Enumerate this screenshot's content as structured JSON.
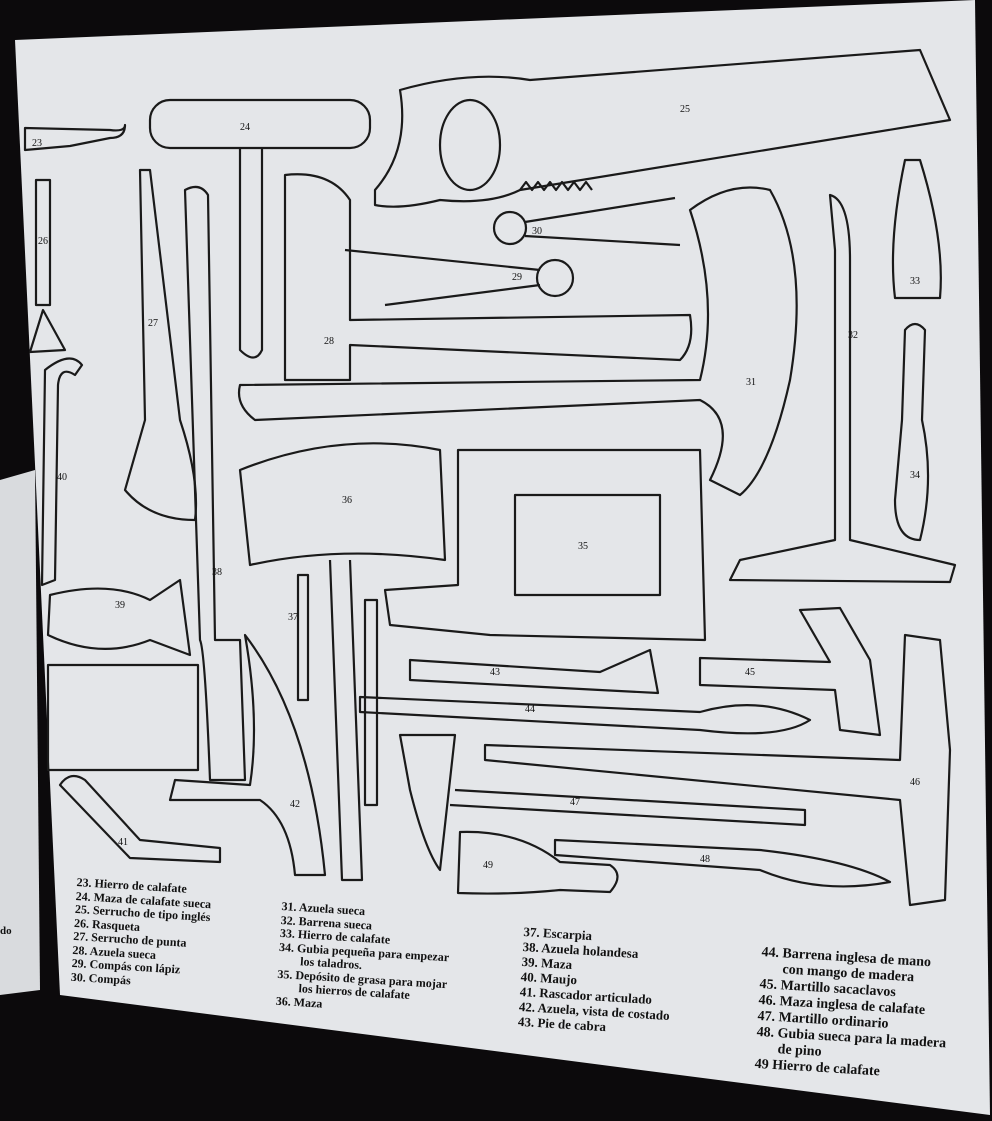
{
  "left_fragment": "do",
  "tool_numbers": [
    "23",
    "24",
    "25",
    "26",
    "27",
    "28",
    "29",
    "30",
    "31",
    "32",
    "33",
    "34",
    "35",
    "36",
    "37",
    "38",
    "39",
    "40",
    "41",
    "42",
    "43",
    "44",
    "45",
    "46",
    "47",
    "48",
    "49"
  ],
  "legend": {
    "col1": [
      "23. Hierro de calafate",
      "24. Maza de calafate sueca",
      "25. Serrucho de tipo inglés",
      "26. Rasqueta",
      "27. Serrucho de punta",
      "28. Azuela sueca",
      "29. Compás con lápiz",
      "30. Compás"
    ],
    "col2": [
      "31. Azuela sueca",
      "32. Barrena sueca",
      "33. Hierro de calafate",
      "34. Gubia pequeña para empezar",
      "los taladros.",
      "35. Depósito de grasa para mojar",
      "los hierros de calafate",
      "36. Maza"
    ],
    "col3": [
      "37. Escarpia",
      "38. Azuela holandesa",
      "39. Maza",
      "40. Maujo",
      "41. Rascador articulado",
      "42. Azuela, vista de costado",
      "43. Pie de cabra"
    ],
    "col4": [
      "44. Barrena inglesa de mano",
      "con mango de madera",
      "45. Martillo sacaclavos",
      "46. Maza inglesa de calafate",
      "47. Martillo ordinario",
      "48. Gubia sueca para la madera",
      "de pino",
      "49 Hierro de calafate"
    ]
  },
  "colors": {
    "panel": "#e4e6e9",
    "background": "#0c0a0c",
    "ink": "#1a1a1a"
  }
}
